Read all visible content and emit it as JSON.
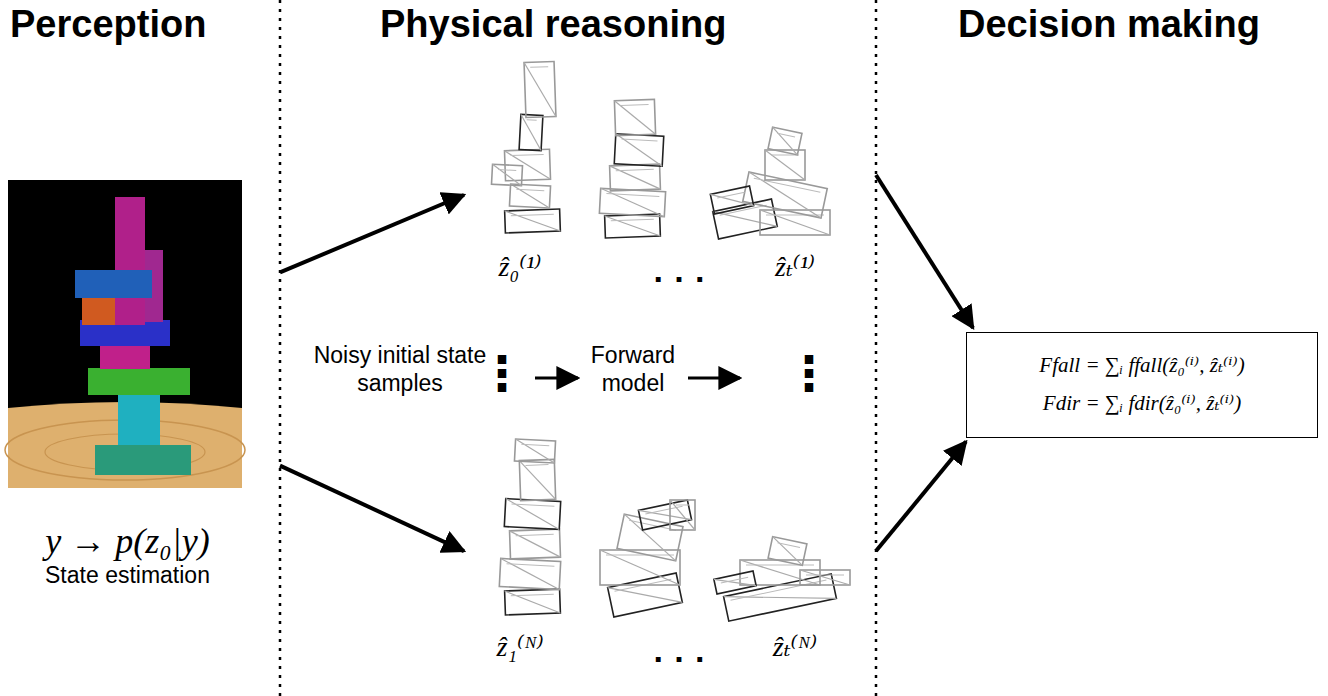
{
  "diagram": {
    "nodes": [
      {
        "text": [
          "y → p(z₀|y)",
          "State estimation"
        ]
      },
      {
        "text": [
          "ẑ₀⁽¹⁾",
          "· · ·",
          "ẑₜ⁽¹⁾"
        ]
      },
      {
        "text": [
          "ẑ₁⁽ᴺ⁾",
          "· · ·",
          "ẑₜ⁽ᴺ⁾"
        ]
      },
      {
        "text": [
          "Ffall = ∑ᵢ ffall(ẑ₀⁽ⁱ⁾, ẑₜ⁽ⁱ⁾)",
          "Fdir = ∑ᵢ fdir(ẑ₀⁽ⁱ⁾, ẑₜ⁽ⁱ⁾)"
        ]
      }
    ],
    "edges": [
      {
        "from": 0,
        "to": 1,
        "arrow": "to"
      },
      {
        "from": 0,
        "to": 2,
        "arrow": "to"
      },
      {
        "from": 1,
        "to": 3,
        "arrow": "to"
      },
      {
        "from": 2,
        "to": 3,
        "arrow": "to"
      }
    ],
    "labels": [
      "Perception",
      "Physical reasoning",
      "Decision making",
      "Noisy initial state samples",
      "Forward model",
      "⋮",
      "⋮"
    ]
  }
}
